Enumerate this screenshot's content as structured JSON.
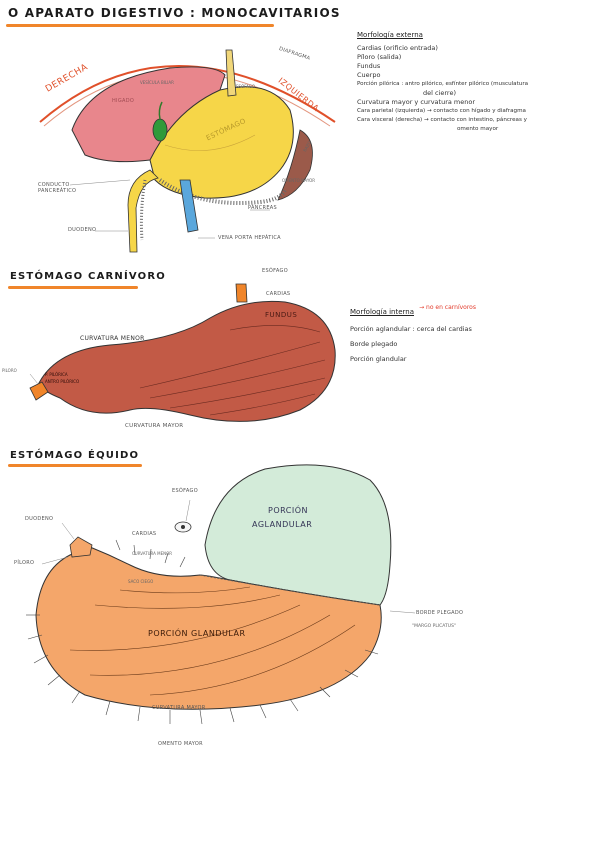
{
  "page_title": "O APARATO DIGESTIVO : MONOCAVITARIOS",
  "section1": {
    "labels": {
      "derecha": "DERECHA",
      "izquierda": "IZQUIERDA",
      "diafragma": "DIAFRAGMA",
      "higado": "HIGADO",
      "vesicula": "VESÍCULA BILIAR",
      "esofago": "ESÓFAGO",
      "estomago": "ESTÓMAGO",
      "bazo": "BAZO",
      "omento": "OMENTO MAYOR",
      "conducto": "CONDUCTO PANCREÁTICO",
      "pancreas": "PÁNCREAS",
      "duodeno": "DUODENO",
      "vena_porta": "VENA PORTA HEPÁTICA"
    },
    "notes": {
      "heading": "Morfología externa",
      "lines": [
        "Cardias (orificio entrada)",
        "Píloro (salida)",
        "Fundus",
        "Cuerpo",
        "Porción pilórica : antro pilórico, esfínter pilórico (musculatura",
        "del cierre)",
        "Curvatura mayor  y  curvatura menor",
        "Cara parietal (izquierda) → contacto con hígado y diafragma",
        "Cara visceral (derecha) → contacto con intestino, páncreas y",
        "omento mayor"
      ]
    }
  },
  "section2": {
    "title": "ESTÓMAGO CARNÍVORO",
    "labels": {
      "esofago": "ESÓFAGO",
      "cardias": "CARDIAS",
      "fundus": "FUNDUS",
      "curv_menor": "CURVATURA MENOR",
      "piloro": "PILORO",
      "porcion_pilorica": "P. PILÓRICA",
      "antro": "ANTRO PILÓRICO",
      "curv_mayor": "CURVATURA MAYOR"
    },
    "notes": {
      "heading": "Morfología interna",
      "annotation": "→ no en carnívoros",
      "lines": [
        "Porción aglandular : cerca del cardias",
        "Borde plegado",
        "Porción glandular"
      ]
    }
  },
  "section3": {
    "title": "ESTÓMAGO ÉQUIDO",
    "labels": {
      "esofago": "ESÓFAGO",
      "duodeno": "DUODENO",
      "cardias": "CARDIAS",
      "piloro": "PÍLORO",
      "aglandular_1": "PORCIÓN",
      "aglandular_2": "AGLANDULAR",
      "curv_menor": "CURVATURA MENOR",
      "saco": "SACO CIEGO",
      "glandular": "PORCIÓN GLANDULAR",
      "borde": "BORDE PLEGADO",
      "margo": "\"MARGO PLICATUS\"",
      "curv_mayor": "CURVATURA MAYOR",
      "omento": "OMENTO MAYOR"
    }
  },
  "colors": {
    "underline": "#f0852a",
    "liver": "#e8868c",
    "stomach_yellow": "#f6d648",
    "spleen": "#9b5a4a",
    "vena": "#5aa7dc",
    "carnivore": "#c25a46",
    "equine_glandular": "#f4a66a",
    "equine_aglandular": "#d3ebd9",
    "red_note": "#e23a2a"
  }
}
